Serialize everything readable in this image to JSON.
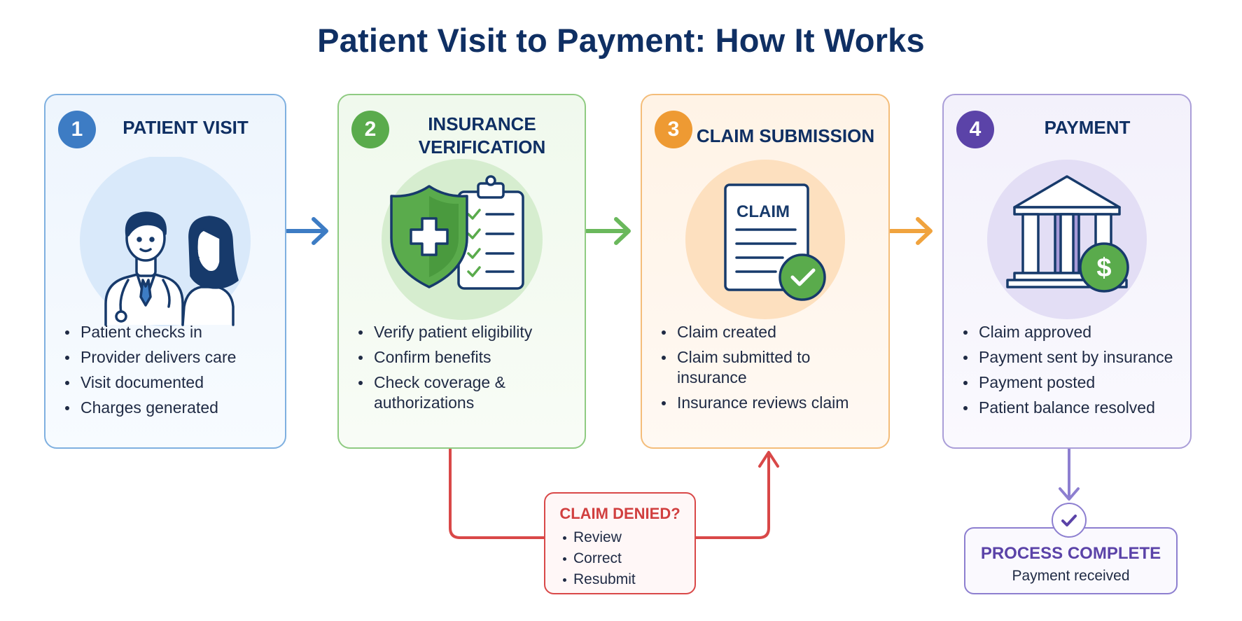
{
  "title": "Patient Visit to Payment: How It Works",
  "colors": {
    "navy": "#0f2f63",
    "blue": "#3d7cc4",
    "green": "#5aab4c",
    "orange": "#ee9a33",
    "purple": "#5b43a8",
    "red": "#d94848"
  },
  "steps": [
    {
      "number": "1",
      "title": "PATIENT VISIT",
      "icon": "doctor-patient-icon",
      "bullets": [
        "Patient checks in",
        "Provider delivers care",
        "Visit documented",
        "Charges generated"
      ]
    },
    {
      "number": "2",
      "title": "INSURANCE VERIFICATION",
      "icon": "shield-checklist-icon",
      "bullets": [
        "Verify patient eligibility",
        "Confirm benefits",
        "Check coverage & authorizations"
      ]
    },
    {
      "number": "3",
      "title": "CLAIM SUBMISSION",
      "icon": "claim-document-icon",
      "document_label": "CLAIM",
      "bullets": [
        "Claim created",
        "Claim submitted to insurance",
        "Insurance reviews claim"
      ]
    },
    {
      "number": "4",
      "title": "PAYMENT",
      "icon": "bank-dollar-icon",
      "bullets": [
        "Claim approved",
        "Payment sent by insurance",
        "Payment posted",
        "Patient balance resolved"
      ]
    }
  ],
  "denied": {
    "title": "CLAIM DENIED?",
    "items": [
      "Review",
      "Correct",
      "Resubmit"
    ]
  },
  "complete": {
    "title": "PROCESS COMPLETE",
    "subtitle": "Payment received"
  }
}
